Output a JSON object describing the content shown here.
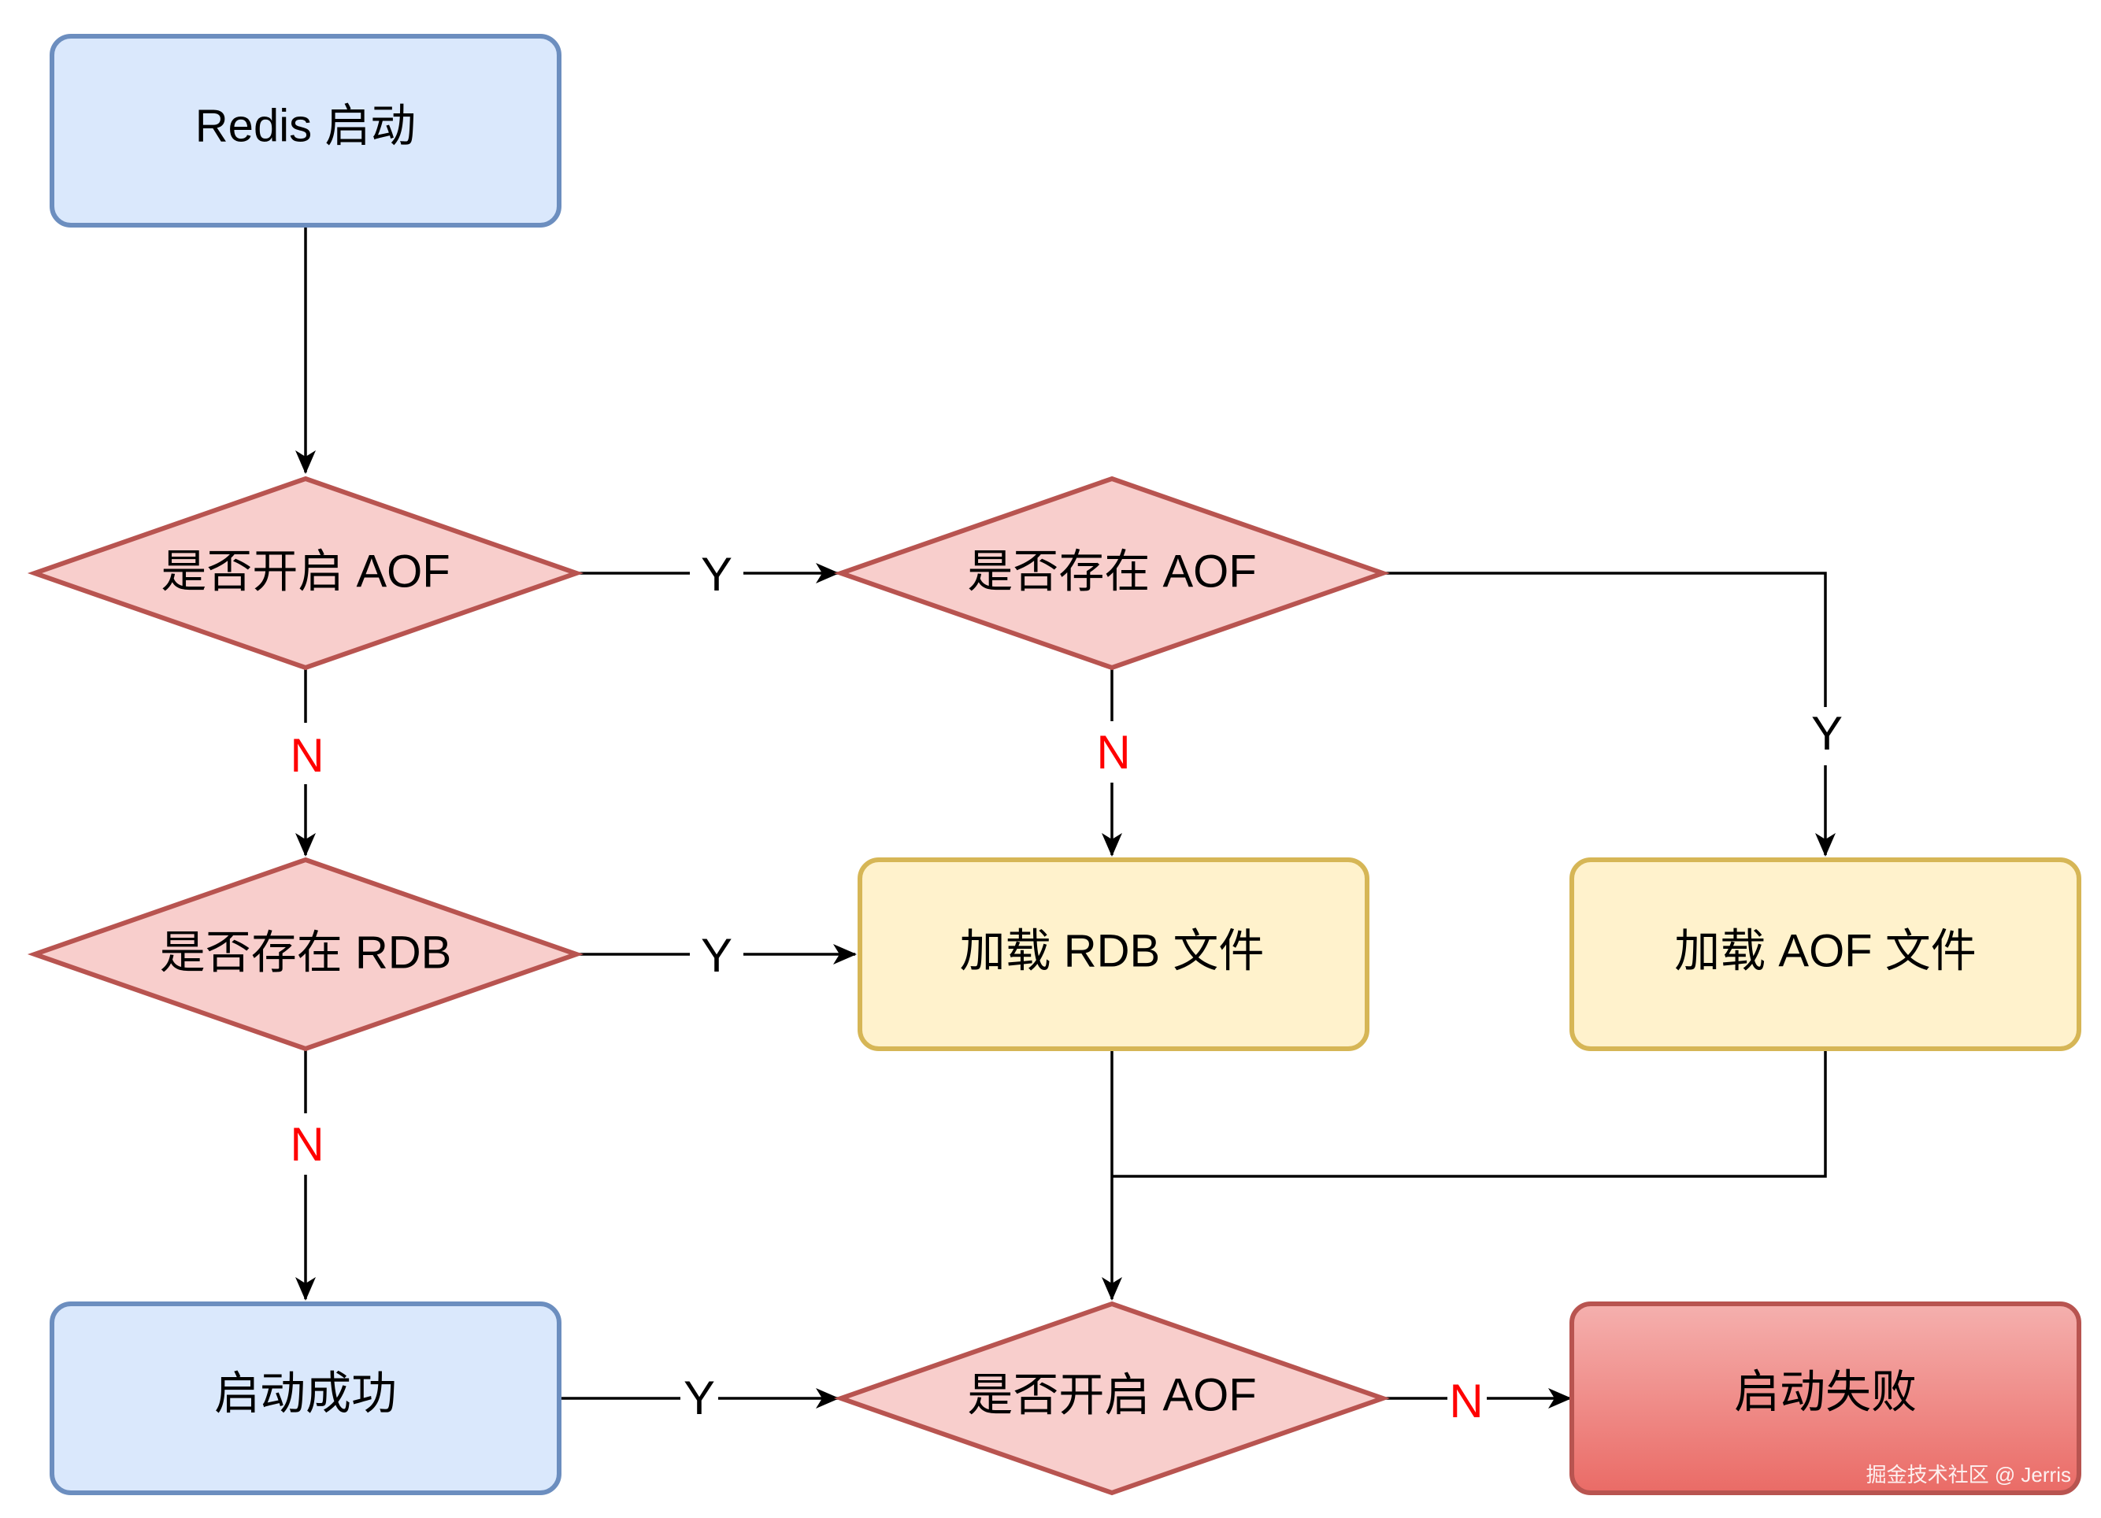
{
  "colors": {
    "blue_fill": "#dae8fc",
    "blue_stroke": "#6c8ebf",
    "pink_fill": "#f8cecc",
    "pink_stroke": "#b85450",
    "yellow_fill": "#fff2cc",
    "yellow_stroke": "#d6b656",
    "red_grad_top": "#f5b0ae",
    "red_grad_bottom": "#ea6b66",
    "red_stroke": "#b85450",
    "edge": "#000000",
    "label_n": "#ff0000",
    "label_y": "#000000"
  },
  "nodes": {
    "redis_start": "Redis 启动",
    "decision_aof_enabled_1": "是否开启 AOF",
    "decision_aof_exists": "是否存在 AOF",
    "decision_rdb_exists": "是否存在 RDB",
    "load_rdb": "加载 RDB 文件",
    "load_aof": "加载 AOF 文件",
    "start_success": "启动成功",
    "decision_aof_enabled_2": "是否开启 AOF",
    "start_fail": "启动失败"
  },
  "edge_labels": {
    "aof1_to_aofexists": "Y",
    "aof1_to_rdbexists": "N",
    "aofexists_to_loadrdb": "N",
    "aofexists_to_loadaof": "Y",
    "rdbexists_to_loadrdb": "Y",
    "rdbexists_to_success": "N",
    "success_to_aof2": "Y",
    "aof2_to_fail": "N"
  },
  "watermark": "掘金技术社区 @ Jerris"
}
